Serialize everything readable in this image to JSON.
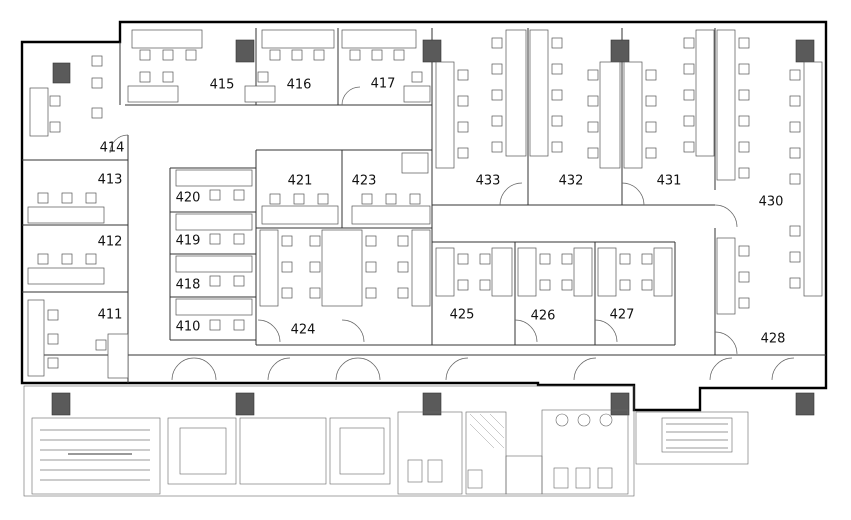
{
  "rooms": [
    {
      "id": "r414",
      "label": "414"
    },
    {
      "id": "r415",
      "label": "415"
    },
    {
      "id": "r416",
      "label": "416"
    },
    {
      "id": "r417",
      "label": "417"
    },
    {
      "id": "r413",
      "label": "413"
    },
    {
      "id": "r412",
      "label": "412"
    },
    {
      "id": "r411",
      "label": "411"
    },
    {
      "id": "r420",
      "label": "420"
    },
    {
      "id": "r419",
      "label": "419"
    },
    {
      "id": "r418",
      "label": "418"
    },
    {
      "id": "r410",
      "label": "410"
    },
    {
      "id": "r421",
      "label": "421"
    },
    {
      "id": "r423",
      "label": "423"
    },
    {
      "id": "r424",
      "label": "424"
    },
    {
      "id": "r433",
      "label": "433"
    },
    {
      "id": "r432",
      "label": "432"
    },
    {
      "id": "r431",
      "label": "431"
    },
    {
      "id": "r430",
      "label": "430"
    },
    {
      "id": "r425",
      "label": "425"
    },
    {
      "id": "r426",
      "label": "426"
    },
    {
      "id": "r427",
      "label": "427"
    },
    {
      "id": "r428",
      "label": "428"
    }
  ]
}
